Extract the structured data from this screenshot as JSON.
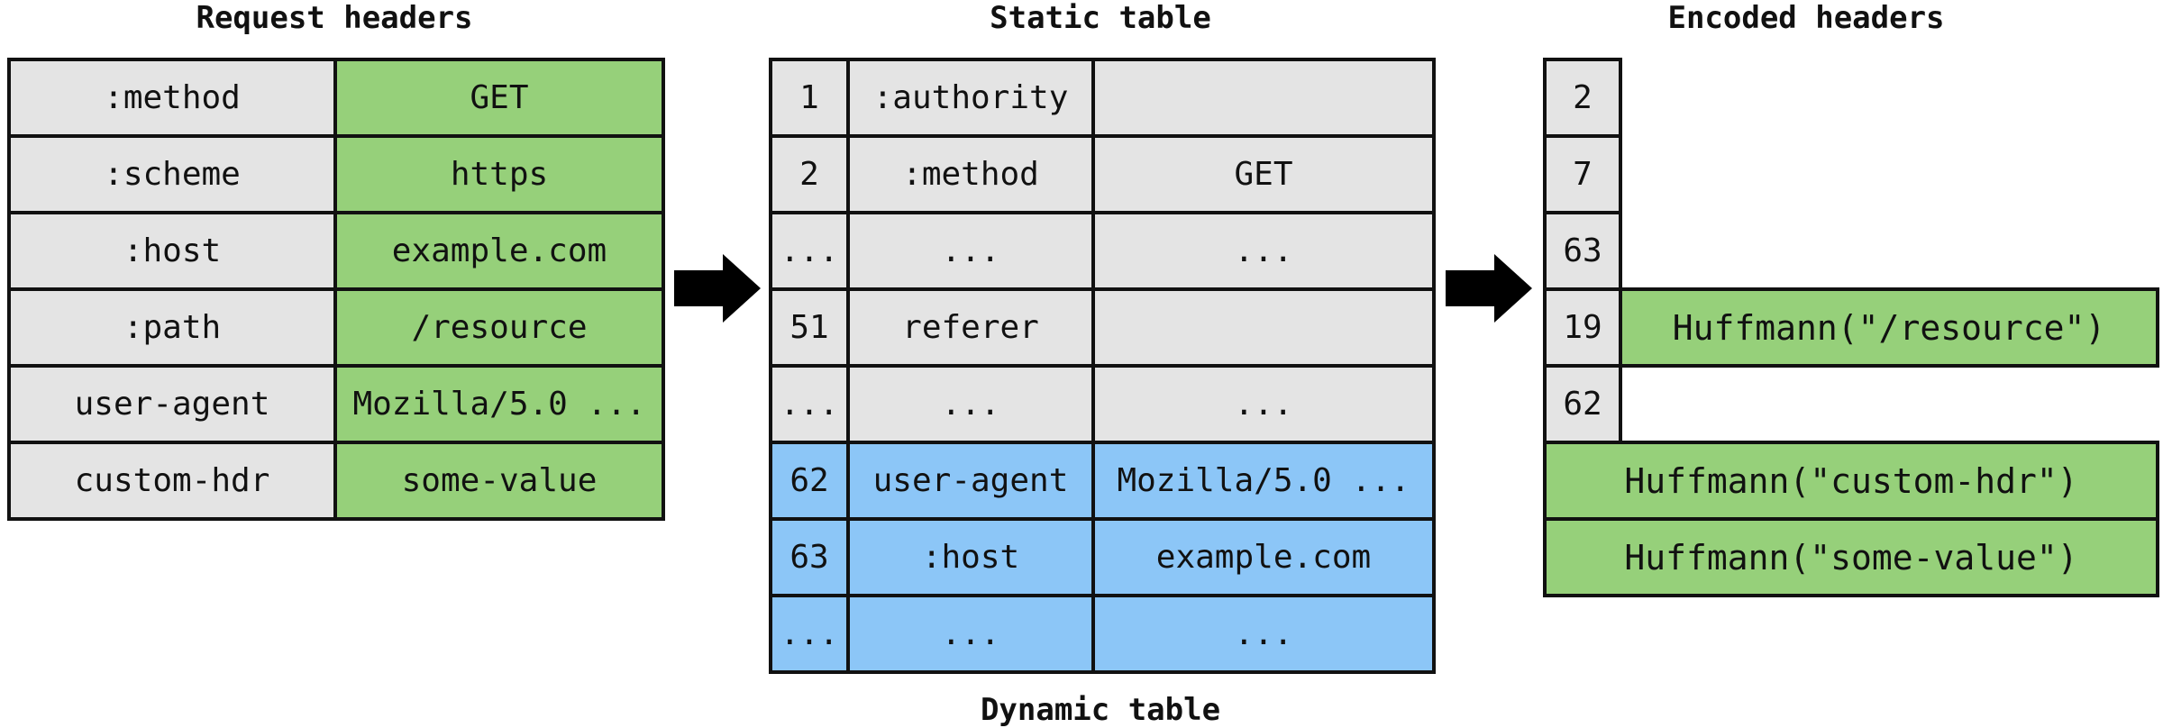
{
  "titles": {
    "request": "Request headers",
    "static": "Static table",
    "encoded": "Encoded headers",
    "dynamic": "Dynamic table"
  },
  "request_headers": [
    {
      "name": ":method",
      "value": "GET"
    },
    {
      "name": ":scheme",
      "value": "https"
    },
    {
      "name": ":host",
      "value": "example.com"
    },
    {
      "name": ":path",
      "value": "/resource"
    },
    {
      "name": "user-agent",
      "value": "Mozilla/5.0 ..."
    },
    {
      "name": "custom-hdr",
      "value": "some-value"
    }
  ],
  "static_table": [
    {
      "index": "1",
      "name": ":authority",
      "value": ""
    },
    {
      "index": "2",
      "name": ":method",
      "value": "GET"
    },
    {
      "index": "...",
      "name": "...",
      "value": "..."
    },
    {
      "index": "51",
      "name": "referer",
      "value": ""
    },
    {
      "index": "...",
      "name": "...",
      "value": "..."
    }
  ],
  "dynamic_table": [
    {
      "index": "62",
      "name": "user-agent",
      "value": "Mozilla/5.0 ..."
    },
    {
      "index": "63",
      "name": ":host",
      "value": "example.com"
    },
    {
      "index": "...",
      "name": "...",
      "value": "..."
    }
  ],
  "encoded": {
    "indices": [
      "2",
      "7",
      "63",
      "19",
      "62"
    ],
    "path_literal": "Huffmann(\"/resource\")",
    "custom_name_literal": "Huffmann(\"custom-hdr\")",
    "custom_value_literal": "Huffmann(\"some-value\")"
  },
  "colors": {
    "gray": "#e4e4e4",
    "green": "#96d07a",
    "blue": "#8cc6f7",
    "border": "#111111"
  }
}
